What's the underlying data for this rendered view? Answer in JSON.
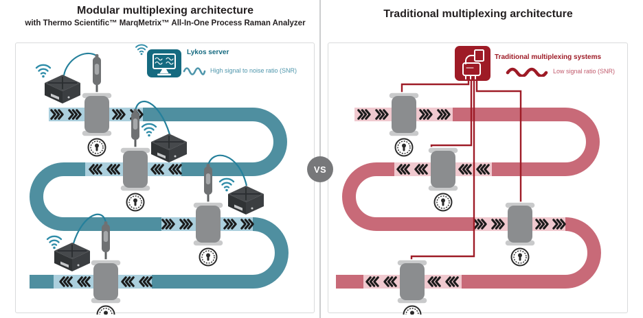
{
  "left": {
    "title": "Modular multiplexing architecture",
    "subtitle": "with Thermo Scientific™ MarqMetrix™ All-In-One Process Raman Analyzer",
    "legend_title": "Lykos server",
    "legend_snr": "High signal to noise ratio (SNR)",
    "module_count": 4,
    "icons": [
      "wifi-icon",
      "lykos-server-monitor-icon",
      "raman-probe-icon",
      "edge-device-box-icon",
      "flow-chevrons-icon",
      "process-gauge-icon",
      "high-snr-wave-icon"
    ]
  },
  "right": {
    "title": "Traditional multiplexing architecture",
    "legend_title": "Traditional multiplexing systems",
    "legend_snr": "Low signal ratio (SNR)",
    "module_count": 4,
    "icons": [
      "multiplexer-instrument-icon",
      "flow-chevrons-icon",
      "process-gauge-icon",
      "low-snr-wave-icon"
    ]
  },
  "vs": "VS",
  "colors": {
    "l-pipe": "#4F8FA0",
    "l-pipe-light": "#ABCFDD",
    "l-accent": "#156A80",
    "l-snr-text": "#4D95AB",
    "l-cable": "#25809B",
    "l-wifi": "#2E8CA8",
    "r-pipe": "#C86A78",
    "r-pipe-light": "#F0C9CF",
    "r-accent": "#9E1B26",
    "r-snr-text": "#C05A6C",
    "module-gray": "#8B8D8F",
    "module-flange": "#C9CACB",
    "arrow": "#1B1B1B",
    "vs-bg": "#77787A",
    "title-text": "#231F20",
    "panel-border": "#D9DADB"
  }
}
